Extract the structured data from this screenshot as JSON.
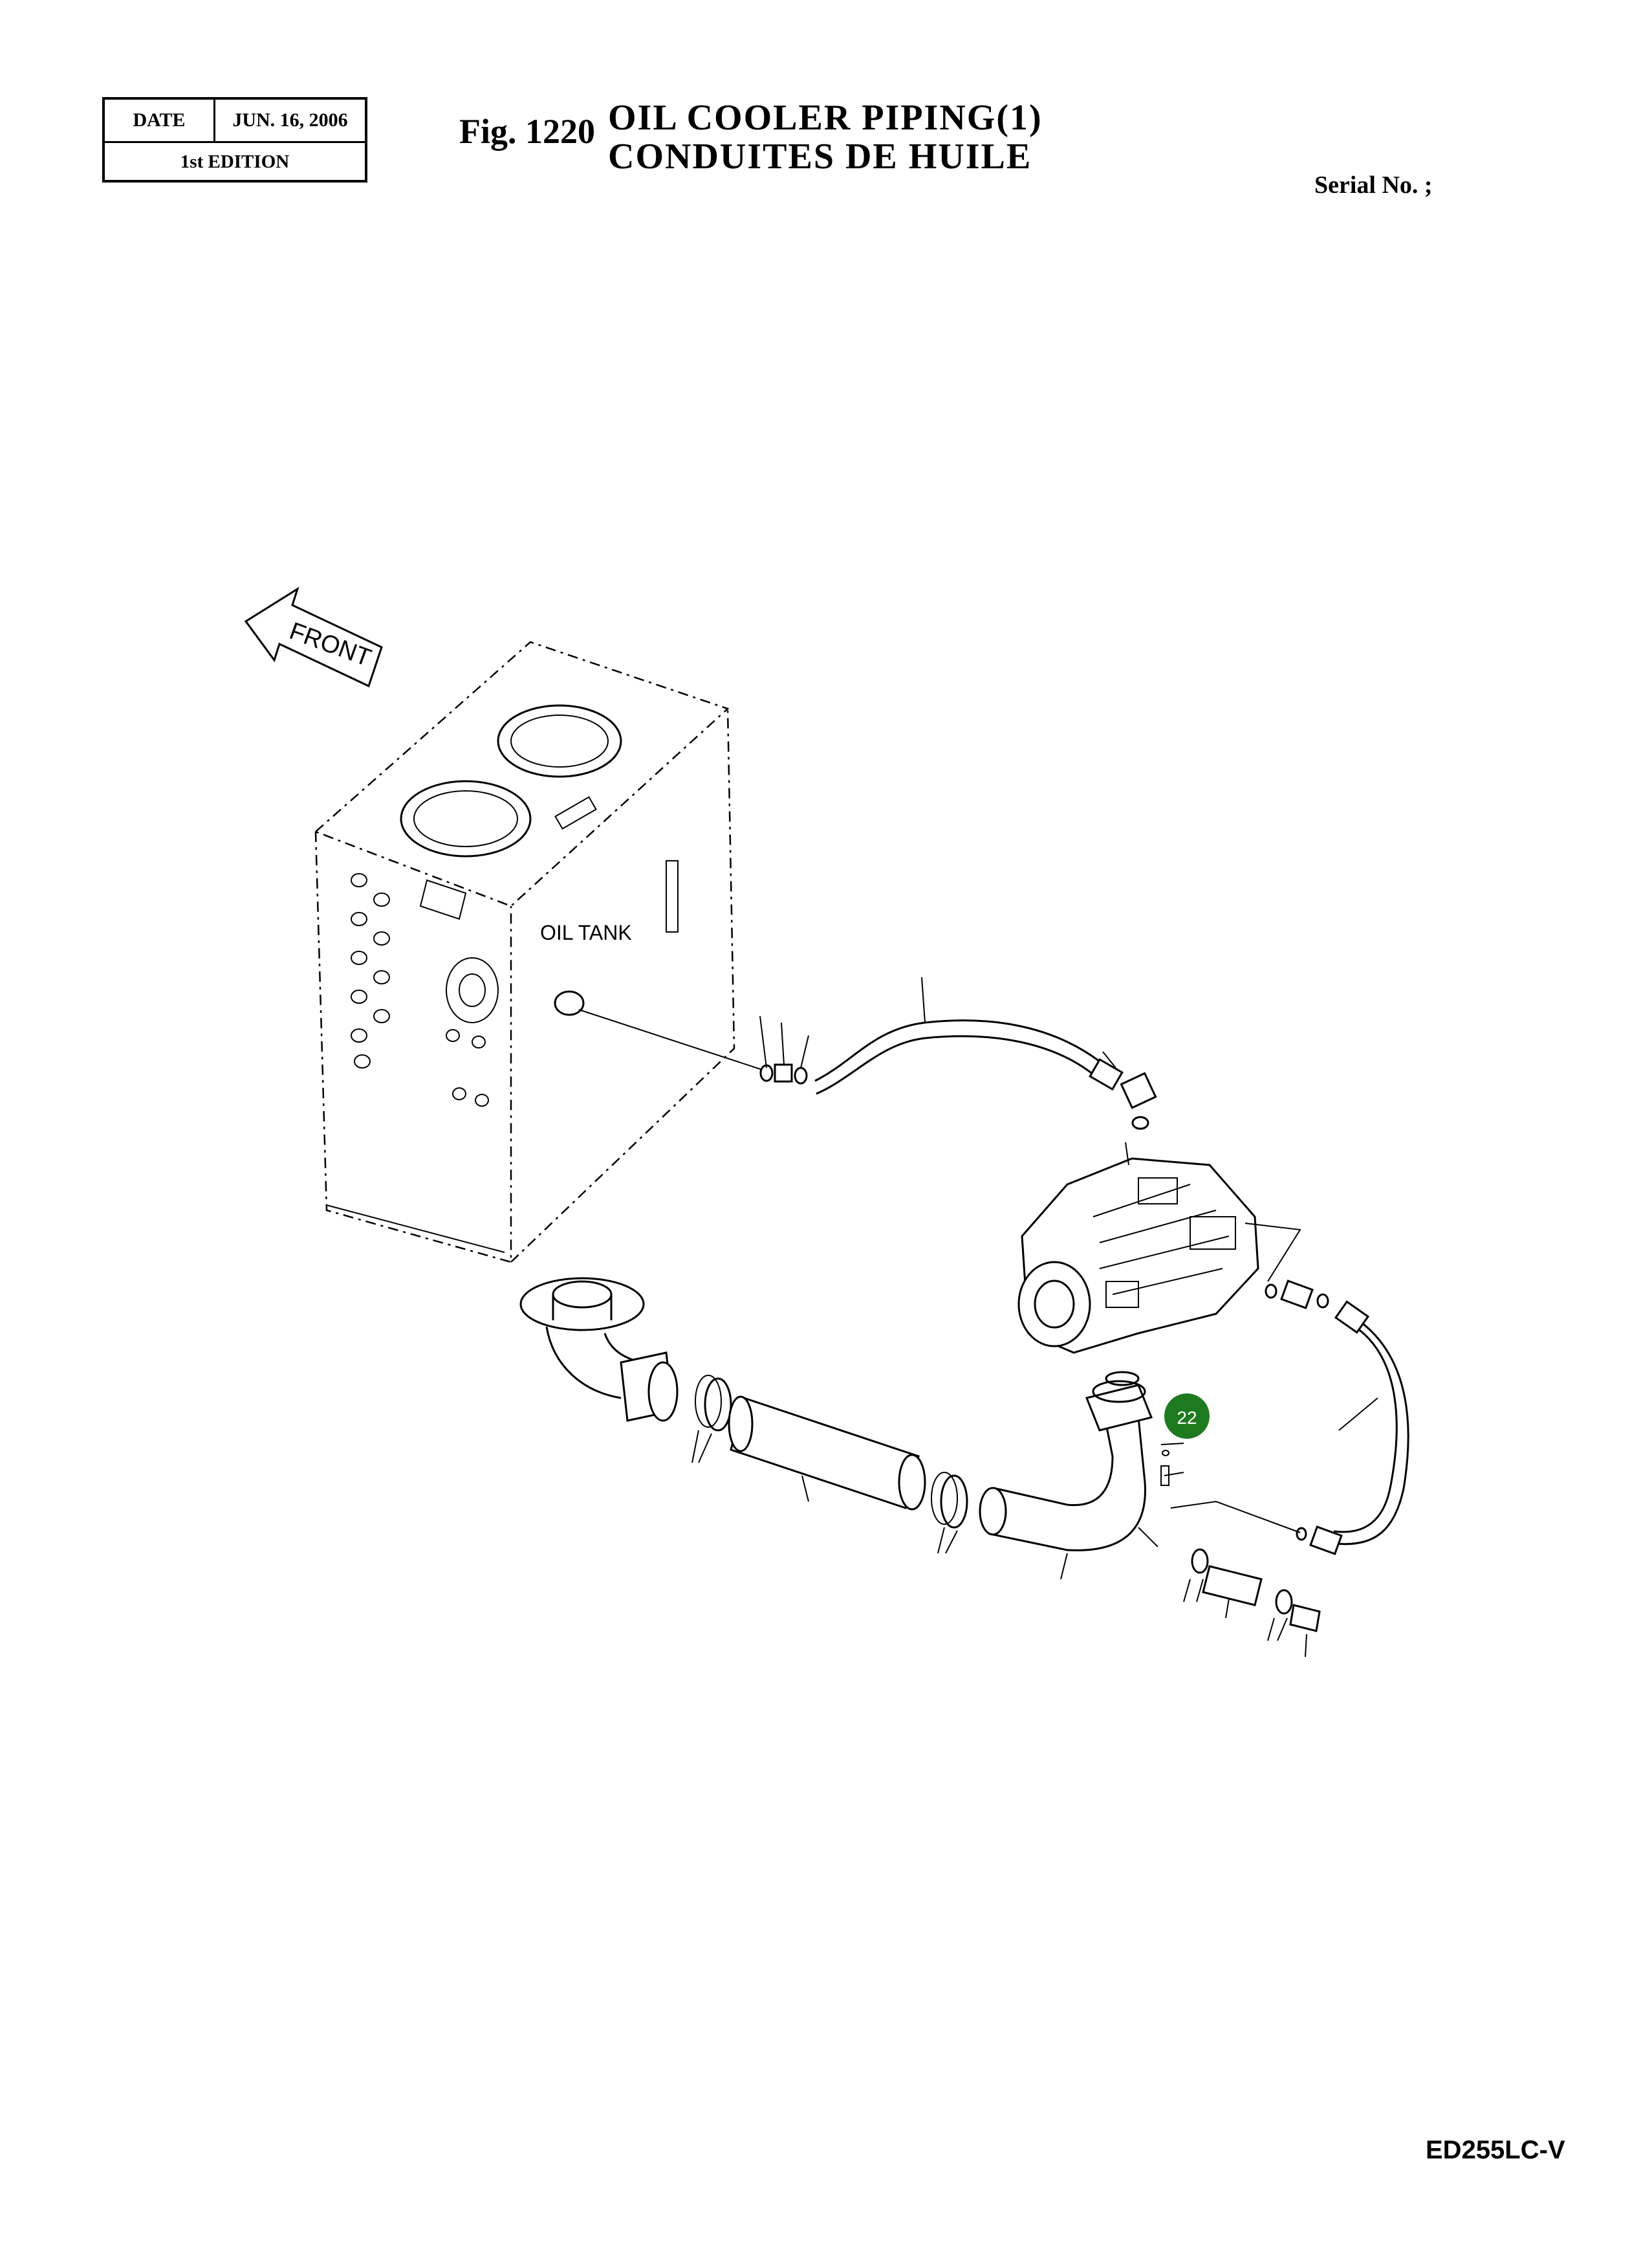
{
  "header": {
    "date_label": "DATE",
    "date_value": "JUN. 16, 2006",
    "edition": "1st EDITION",
    "figure_number": "Fig. 1220",
    "title_en": "OIL  COOLER  PIPING(1)",
    "title_fr": "CONDUITES  DE  HUILE",
    "serial_label": "Serial No. ;"
  },
  "diagram": {
    "front_arrow_label": "FRONT",
    "oil_tank_label": "OIL TANK",
    "callout": {
      "number": "22",
      "color": "#1e7a1e"
    }
  },
  "footer": {
    "model": "ED255LC-V"
  }
}
